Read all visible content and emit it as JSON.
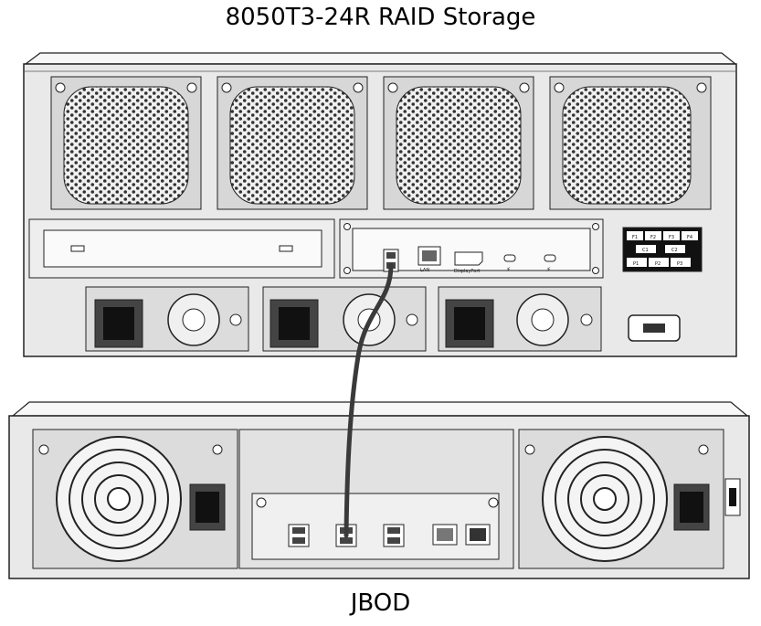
{
  "diagram": {
    "top_device": {
      "title": "8050T3-24R RAID Storage"
    },
    "bottom_device": {
      "title": "JBOD"
    },
    "port_labels": {
      "lan": "LAN",
      "displayport": "DisplayPort"
    },
    "status_panel": {
      "row1": [
        "F1",
        "F2",
        "F3",
        "F4"
      ],
      "row2": [
        "C1",
        "C2"
      ],
      "row3": [
        "P1",
        "P2",
        "P3"
      ]
    },
    "colors": {
      "chassis": "#e8e8e8",
      "outline": "#222222",
      "cable": "#3a3a3a",
      "panel": "#f4f4f4"
    }
  }
}
